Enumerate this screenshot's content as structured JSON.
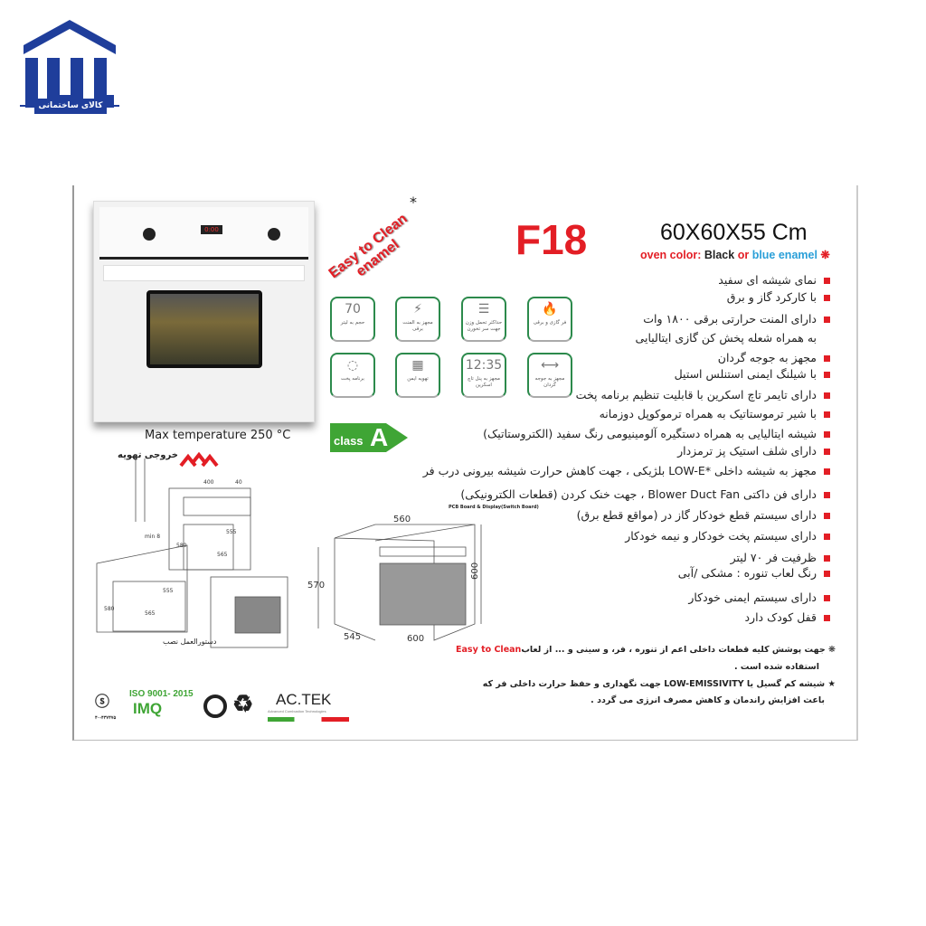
{
  "logo": {
    "text": "کالای ساختمانی",
    "color": "#1f3e9b"
  },
  "product": {
    "max_temperature": "Max temperature 250 °C",
    "easy_clean_line1": "Easy to Clean",
    "easy_clean_line2": "enamel",
    "star": "*",
    "model": "F18",
    "dimensions": "60X60X55 Cm",
    "color_prefix": "oven color:",
    "color_black": "Black",
    "color_or": "or",
    "color_blue": "blue enamel",
    "color_mark": "❋",
    "display_value": "0:00"
  },
  "features": [
    {
      "icon": "70",
      "label": "حجم به لیتر"
    },
    {
      "icon": "⚡",
      "label": "مجهز به المنت برقی"
    },
    {
      "icon": "☰",
      "label": "حداکثر تحمل وزن جهت سر تخورن"
    },
    {
      "icon": "🔥",
      "label": "فر گازی و برقی"
    },
    {
      "icon": "◌",
      "label": "برنامه پخت"
    },
    {
      "icon": "▦",
      "label": "تهویه ایمن"
    },
    {
      "icon": "12:35",
      "label": "مجهز به پنل تاچ اسکرین"
    },
    {
      "icon": "⟷",
      "label": "مجهز به جوجه گردان"
    }
  ],
  "energy_class": {
    "prefix": "class",
    "value": "A",
    "color": "#3fa535"
  },
  "bullets": [
    "نمای شیشه ای سفید",
    "با کارکرد گاز و برق",
    "دارای المنت حرارتی برقی ۱۸۰۰ وات",
    "به همراه شعله پخش کن گازی ایتالیایی",
    "مجهز به جوجه گردان",
    "با شیلنگ ایمنی استنلس استیل",
    "دارای تایمر تاچ اسکرین  با قابلیت تنظیم برنامه پخت",
    "با شیر ترموستاتیک به همراه ترموکوپل دوزمانه",
    "شیشه ایتالیایی به همراه دستگیره آلومینیومی رنگ سفید (الکتروستاتیک)",
    "دارای شلف استیک پز ترمزدار",
    "مجهز به شیشه داخلی *LOW-E بلژیکی ، جهت کاهش حرارت شیشه بیرونی درب فر",
    "دارای فن داکتی Blower Duct Fan ، جهت خنک کردن (قطعات الکترونیکی)",
    "دارای سیستم قطع خودکار گاز در (مواقع قطع برق)",
    "دارای سیستم پخت خودکار و نیمه خودکار",
    "ظرفیت فر ۷۰ لیتر",
    "رنگ لعاب تنوره :  مشکی /آبی",
    "دارای سیستم ایمنی خودکار",
    "قفل کودک دارد"
  ],
  "pcb_note": "PCB Board & Display(Switch Board)",
  "notes": {
    "note1_mark": "❋",
    "note1_a": "جهت پوشش کلیه قطعات داخلی اعم از تنوره ، فر، و سینی و ... از لعاب",
    "note1_red": "Easy to Clean",
    "note1_b": "استفاده شده است .",
    "note2_mark": "★",
    "note2_a": "شیشه کم گسیل یا LOW-EMISSIVITY جهت نگهداری و حفظ حرارت داخلی فر که",
    "note2_b": "باعث افزایش راندمان و کاهش  مصرف انرژی می گردد ."
  },
  "diagram": {
    "vent_label": "خروجی تهویه",
    "install_label": "دستورالعمل نصب",
    "dims": [
      "400",
      "40",
      "555",
      "580",
      "565",
      "min 8",
      "555",
      "580",
      "565",
      "570",
      "560",
      "600",
      "545",
      "600"
    ],
    "main_dims": {
      "width_top": "560",
      "height_left": "570",
      "height_right": "600",
      "depth": "545",
      "width_bottom": "600"
    }
  },
  "certifications": {
    "iso": "ISO 9001- 2015",
    "imq": "IMQ",
    "standard_number": "۴۰-۴۳۷۴۷۵",
    "brand": "AC.TEK",
    "brand_tagline": "Advanced Combustion Technologies"
  }
}
